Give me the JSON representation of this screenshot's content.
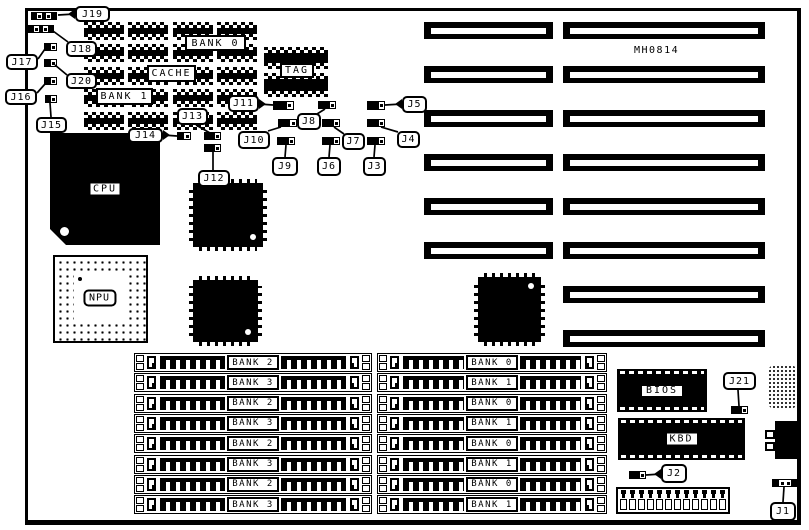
{
  "board": {
    "part_number": "MH0814"
  },
  "chips": {
    "cpu": "CPU",
    "npu": "NPU",
    "cache": "CACHE",
    "tag": "TAG",
    "cache_bank_0": "BANK 0",
    "cache_bank_1": "BANK 1",
    "bios": "BIOS",
    "kbd": "KBD"
  },
  "jumpers": [
    "J1",
    "J2",
    "J3",
    "J4",
    "J5",
    "J6",
    "J7",
    "J8",
    "J9",
    "J10",
    "J11",
    "J12",
    "J13",
    "J14",
    "J15",
    "J16",
    "J17",
    "J18",
    "J19",
    "J20",
    "J21"
  ],
  "simm_left_rows": [
    "BANK 2",
    "BANK 3",
    "BANK 2",
    "BANK 3",
    "BANK 2",
    "BANK 3",
    "BANK 2",
    "BANK 3"
  ],
  "simm_right_rows": [
    "BANK 0",
    "BANK 1",
    "BANK 0",
    "BANK 1",
    "BANK 0",
    "BANK 1",
    "BANK 0",
    "BANK 1"
  ],
  "expansion_slots": {
    "left_column": 6,
    "right_column": 8
  },
  "colors": {
    "ink": "#000000",
    "paper": "#ffffff"
  }
}
